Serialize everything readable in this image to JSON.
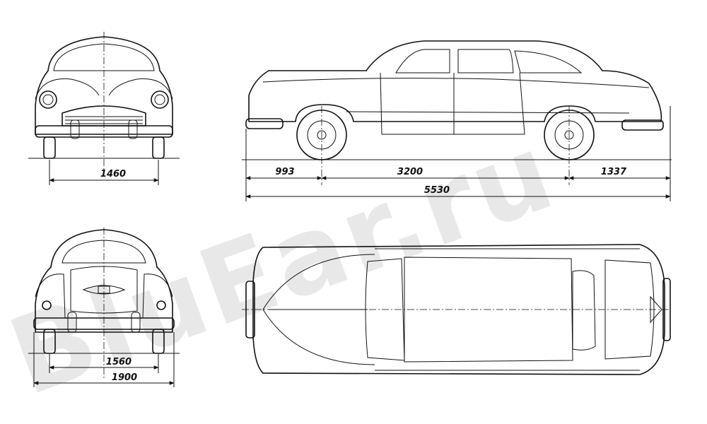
{
  "watermark": {
    "text": "BluEar.ru",
    "color": "#d6d6d6"
  },
  "front_view": {
    "track_label": "1460"
  },
  "side_view": {
    "front_overhang_label": "993",
    "wheelbase_label": "3200",
    "rear_overhang_label": "1337",
    "overall_length_label": "5530"
  },
  "rear_view": {
    "track_label": "1560",
    "width_label": "1900"
  },
  "colors": {
    "line": "#111111",
    "background": "#ffffff"
  }
}
